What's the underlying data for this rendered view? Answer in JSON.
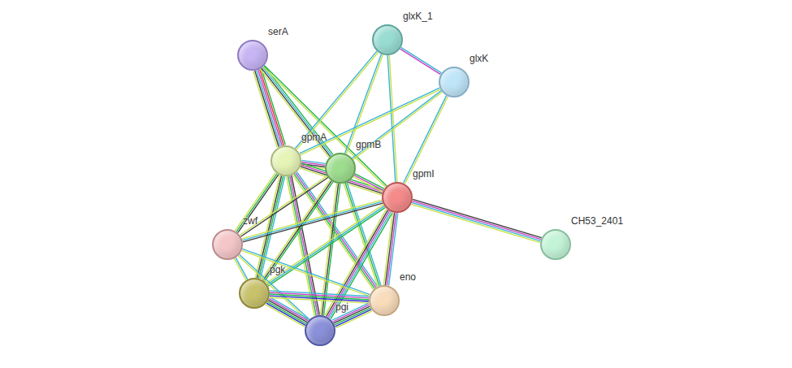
{
  "diagram": {
    "nodes": [
      {
        "text": [
          "serA"
        ]
      },
      {
        "text": [
          "glxK_1"
        ]
      },
      {
        "text": [
          "glxK"
        ]
      },
      {
        "text": [
          "gpmA"
        ]
      },
      {
        "text": [
          "gpmB"
        ]
      },
      {
        "text": [
          "gpmI"
        ]
      },
      {
        "text": [
          "CH53_2401"
        ]
      },
      {
        "text": [
          "zwf"
        ]
      },
      {
        "text": [
          "pgk"
        ]
      },
      {
        "text": [
          "eno"
        ]
      },
      {
        "text": [
          "pgi"
        ]
      }
    ],
    "edges": [
      {
        "from": 0,
        "to": 3,
        "arrow": "none"
      },
      {
        "from": 0,
        "to": 4,
        "arrow": "none"
      },
      {
        "from": 0,
        "to": 5,
        "arrow": "none"
      },
      {
        "from": 1,
        "to": 2,
        "arrow": "none"
      },
      {
        "from": 1,
        "to": 3,
        "arrow": "none"
      },
      {
        "from": 1,
        "to": 4,
        "arrow": "none"
      },
      {
        "from": 1,
        "to": 5,
        "arrow": "none"
      },
      {
        "from": 2,
        "to": 3,
        "arrow": "none"
      },
      {
        "from": 2,
        "to": 4,
        "arrow": "none"
      },
      {
        "from": 2,
        "to": 5,
        "arrow": "none"
      },
      {
        "from": 3,
        "to": 4,
        "arrow": "none"
      },
      {
        "from": 3,
        "to": 5,
        "arrow": "none"
      },
      {
        "from": 3,
        "to": 7,
        "arrow": "none"
      },
      {
        "from": 3,
        "to": 8,
        "arrow": "none"
      },
      {
        "from": 3,
        "to": 10,
        "arrow": "none"
      },
      {
        "from": 3,
        "to": 9,
        "arrow": "none"
      },
      {
        "from": 4,
        "to": 5,
        "arrow": "none"
      },
      {
        "from": 4,
        "to": 7,
        "arrow": "none"
      },
      {
        "from": 4,
        "to": 8,
        "arrow": "none"
      },
      {
        "from": 4,
        "to": 10,
        "arrow": "none"
      },
      {
        "from": 4,
        "to": 9,
        "arrow": "none"
      },
      {
        "from": 5,
        "to": 6,
        "arrow": "none"
      },
      {
        "from": 5,
        "to": 7,
        "arrow": "none"
      },
      {
        "from": 5,
        "to": 8,
        "arrow": "none"
      },
      {
        "from": 5,
        "to": 10,
        "arrow": "none"
      },
      {
        "from": 5,
        "to": 9,
        "arrow": "none"
      },
      {
        "from": 7,
        "to": 8,
        "arrow": "none"
      },
      {
        "from": 7,
        "to": 10,
        "arrow": "none"
      },
      {
        "from": 7,
        "to": 9,
        "arrow": "none"
      },
      {
        "from": 8,
        "to": 10,
        "arrow": "none"
      },
      {
        "from": 8,
        "to": 9,
        "arrow": "none"
      },
      {
        "from": 10,
        "to": 9,
        "arrow": "none"
      }
    ]
  }
}
